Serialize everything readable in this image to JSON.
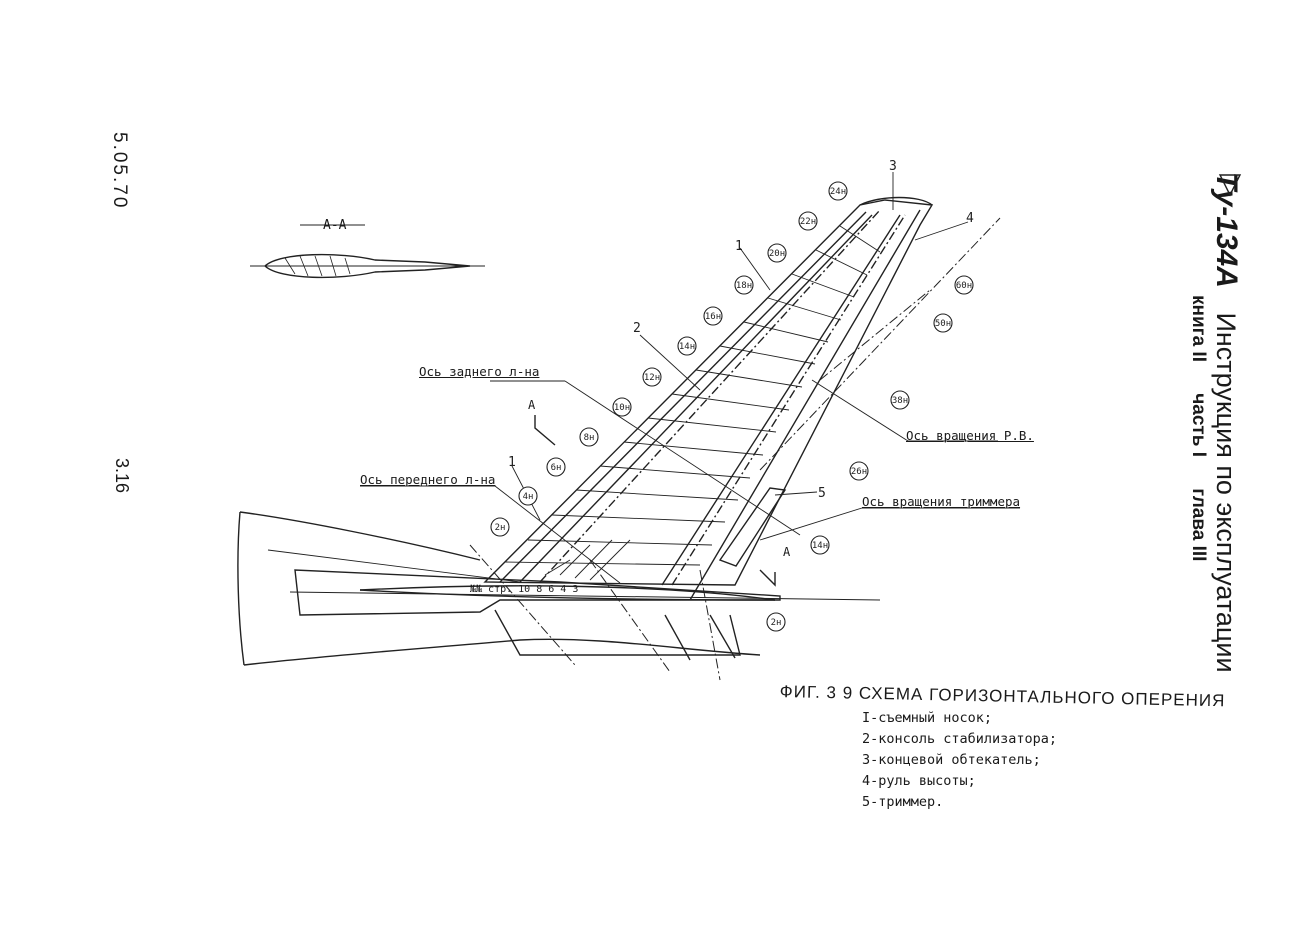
{
  "margin": {
    "date": "5.05.70",
    "page": "3.16"
  },
  "header": {
    "model": "Ту-134А",
    "title": "Инструкция по эксплуатации",
    "book": "книга II",
    "part": "часть I",
    "chapter": "глава III"
  },
  "figure": {
    "caption": "ФИГ. 3 9 СХЕМА ГОРИЗОНТАЛЬНОГО ОПЕРЕНИЯ",
    "section_label": "А-А",
    "labels": {
      "rear_spar_axis": "Ось заднего л-на",
      "front_spar_axis": "Ось переднего л-на",
      "elevator_axis": "Ось вращения Р.В.",
      "trimmer_axis": "Ось вращения триммера",
      "section_mark_a": "А",
      "rib_numbers": "№№ стр.  10  8  6  4  3"
    },
    "callout_numbers": [
      "1",
      "2",
      "3",
      "4",
      "5",
      "1"
    ],
    "rib_markers": [
      "2н",
      "4н",
      "6н",
      "8н",
      "10н",
      "12н",
      "14н",
      "16н",
      "18н",
      "20н",
      "22н",
      "24н",
      "2н",
      "14н",
      "26н",
      "38н",
      "50н",
      "60н"
    ]
  },
  "legend": [
    "I-съемный носок;",
    "2-консоль стабилизатора;",
    "3-концевой обтекатель;",
    "4-руль высоты;",
    "5-триммер."
  ]
}
